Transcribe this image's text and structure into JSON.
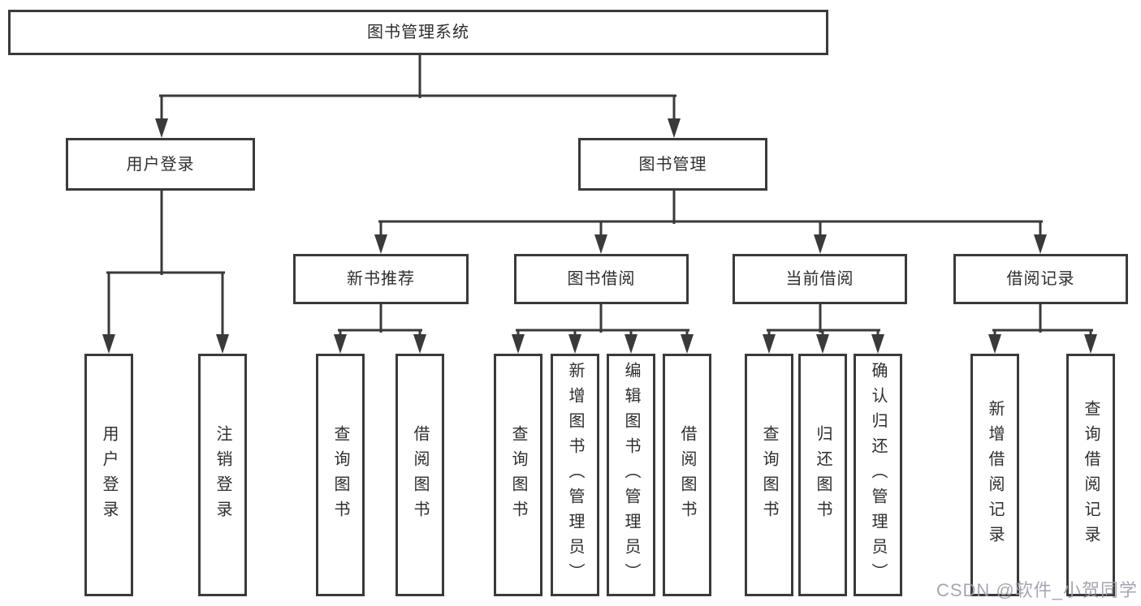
{
  "diagram": {
    "root": "图书管理系统",
    "level2": [
      "用户登录",
      "图书管理"
    ],
    "level3": [
      "新书推荐",
      "图书借阅",
      "当前借阅",
      "借阅记录"
    ],
    "leaves_user_login": [
      "用户登录",
      "注销登录"
    ],
    "leaves_new_book": [
      "查询图书",
      "借阅图书"
    ],
    "leaves_book_borrow": [
      "查询图书",
      "新增图书（管理员）",
      "编辑图书（管理员）",
      "借阅图书"
    ],
    "leaves_current_borrow": [
      "查询图书",
      "归还图书",
      "确认归还（管理员）"
    ],
    "leaves_borrow_records": [
      "新增借阅记录",
      "查询借阅记录"
    ]
  },
  "watermark": "CSDN @软件_小贺同学",
  "colors": {
    "line": "#3a3a3a",
    "text": "#2e2e2e",
    "background": "#ffffff",
    "watermark": "#9e9ead"
  }
}
